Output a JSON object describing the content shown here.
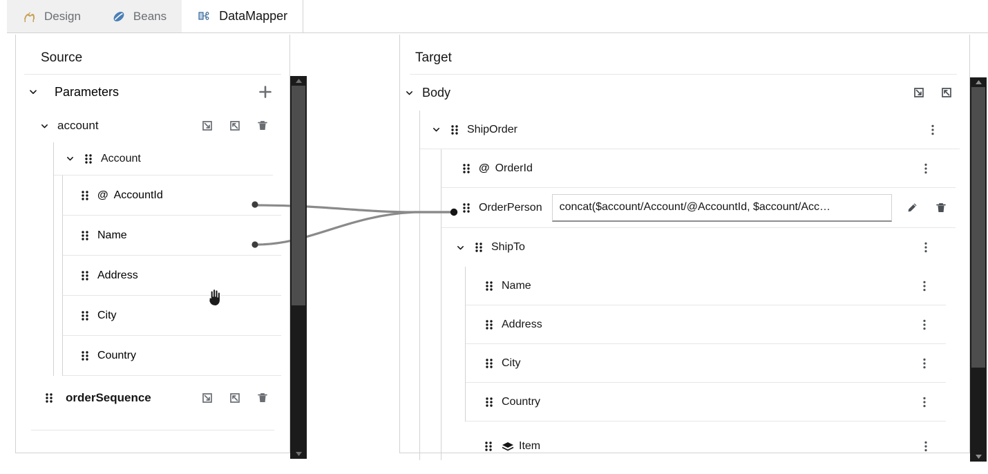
{
  "tabs": [
    {
      "label": "Design",
      "icon": "camel-icon",
      "active": false
    },
    {
      "label": "Beans",
      "icon": "beans-icon",
      "active": false
    },
    {
      "label": "DataMapper",
      "icon": "datamapper-icon",
      "active": true
    }
  ],
  "source": {
    "title": "Source",
    "parameters": {
      "label": "Parameters",
      "add_icon": "plus-icon",
      "caret": "chevron-down-icon"
    },
    "account": {
      "label": "account",
      "caret": "chevron-down-icon",
      "actions": [
        "arrow-into-box-icon",
        "arrow-out-of-box-icon",
        "trash-icon"
      ]
    },
    "account_type": {
      "label": "Account",
      "caret": "chevron-down-icon",
      "grip": "drag-handle-icon"
    },
    "fields": [
      {
        "label": "AccountId",
        "attribute": true,
        "symbol": "@",
        "grip": "drag-handle-icon",
        "connected": true
      },
      {
        "label": "Name",
        "attribute": false,
        "symbol": "",
        "grip": "drag-handle-icon",
        "connected": true
      },
      {
        "label": "Address",
        "attribute": false,
        "symbol": "",
        "grip": "drag-handle-icon",
        "connected": false
      },
      {
        "label": "City",
        "attribute": false,
        "symbol": "",
        "grip": "drag-handle-icon",
        "connected": false
      },
      {
        "label": "Country",
        "attribute": false,
        "symbol": "",
        "grip": "drag-handle-icon",
        "connected": false
      }
    ],
    "order_sequence": {
      "label": "orderSequence",
      "grip": "drag-handle-icon",
      "actions": [
        "arrow-into-box-icon",
        "arrow-out-of-box-icon",
        "trash-icon"
      ]
    }
  },
  "target": {
    "title": "Target",
    "body": {
      "label": "Body",
      "caret": "chevron-down-icon",
      "actions": [
        "arrow-into-box-icon",
        "arrow-out-of-box-icon"
      ]
    },
    "ship_order": {
      "label": "ShipOrder",
      "caret": "chevron-down-icon",
      "grip": "drag-handle-icon",
      "kebab": "kebab-menu-icon"
    },
    "order_id": {
      "label": "OrderId",
      "symbol": "@",
      "grip": "drag-handle-icon",
      "kebab": "kebab-menu-icon"
    },
    "order_person": {
      "label": "OrderPerson",
      "grip": "drag-handle-icon",
      "connected": true,
      "expression": "concat($account/Account/@AccountId, $account/Acc…",
      "edit_icon": "pencil-icon",
      "delete_icon": "trash-icon"
    },
    "ship_to": {
      "label": "ShipTo",
      "caret": "chevron-down-icon",
      "grip": "drag-handle-icon",
      "kebab": "kebab-menu-icon",
      "children": [
        {
          "label": "Name",
          "grip": "drag-handle-icon",
          "kebab": "kebab-menu-icon"
        },
        {
          "label": "Address",
          "grip": "drag-handle-icon",
          "kebab": "kebab-menu-icon"
        },
        {
          "label": "City",
          "grip": "drag-handle-icon",
          "kebab": "kebab-menu-icon"
        },
        {
          "label": "Country",
          "grip": "drag-handle-icon",
          "kebab": "kebab-menu-icon"
        }
      ]
    },
    "item": {
      "label": "Item",
      "grip": "drag-handle-icon",
      "collection_icon": "stack-icon",
      "kebab": "kebab-menu-icon"
    }
  },
  "colors": {
    "accent_blue": "#0066cc",
    "icon_grey": "#6a6e73",
    "text": "#151515",
    "muted_text": "#6a6e73",
    "border": "#d2d2d2",
    "link_line": "#8a8a8a",
    "tabbar_inactive_bg": "#f0f0f0",
    "scrollbar_track": "#1b1b1b",
    "scrollbar_thumb": "#4d4d4d"
  },
  "cursor": {
    "type": "grab-hand-cursor"
  }
}
